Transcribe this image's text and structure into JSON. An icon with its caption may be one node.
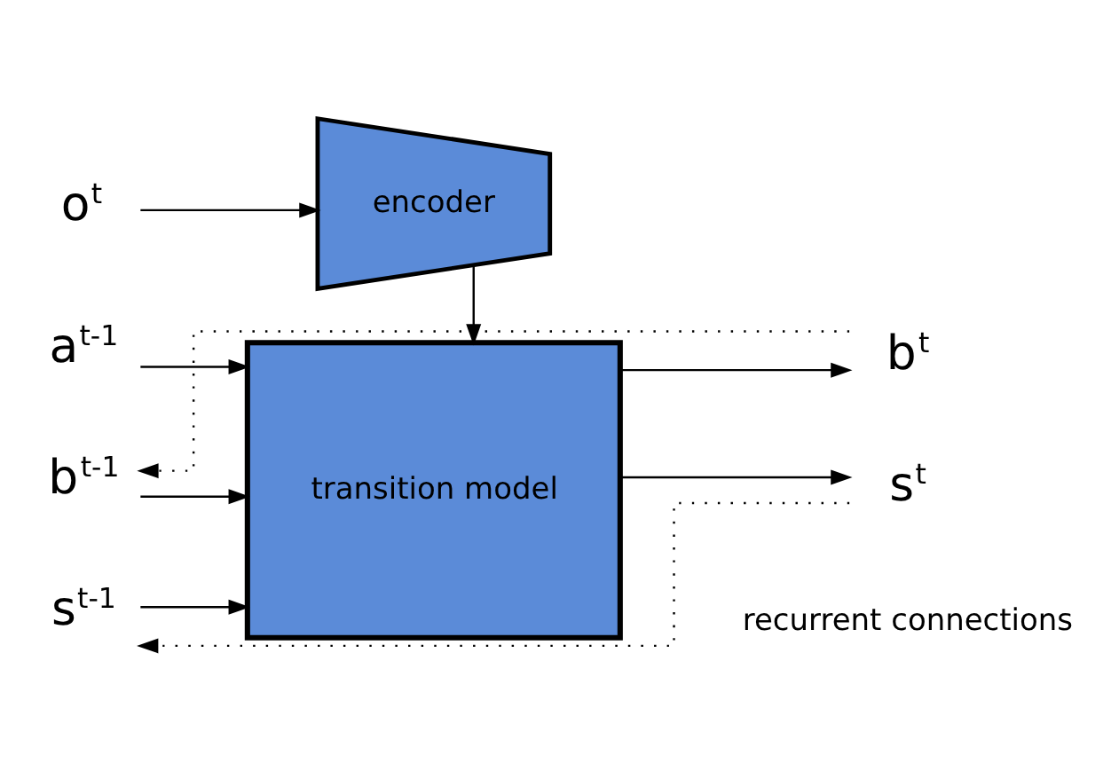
{
  "diagram": {
    "nodes": [
      {
        "text": [
          "o$^{t}$"
        ]
      },
      {
        "text": [
          "encoder"
        ]
      },
      {
        "text": [
          "a$^{t-1}$"
        ]
      },
      {
        "text": [
          "b$^{t-1}$"
        ]
      },
      {
        "text": [
          "s$^{t-1}$"
        ]
      },
      {
        "text": [
          "transition model"
        ]
      },
      {
        "text": [
          "b$^{t}$"
        ]
      },
      {
        "text": [
          "s$^{t}$"
        ]
      }
    ],
    "edges": [
      {
        "from": 0,
        "to": 1,
        "arrow": "to"
      },
      {
        "from": 1,
        "to": 5,
        "arrow": "to"
      },
      {
        "from": 2,
        "to": 5,
        "arrow": "to"
      },
      {
        "from": 3,
        "to": 5,
        "arrow": "to"
      },
      {
        "from": 4,
        "to": 5,
        "arrow": "to"
      },
      {
        "from": 5,
        "to": 6,
        "arrow": "to"
      },
      {
        "from": 5,
        "to": 7,
        "arrow": "to"
      },
      {
        "from": 6,
        "to": 3,
        "arrow": "to",
        "style": "dashed"
      },
      {
        "from": 7,
        "to": 4,
        "arrow": "to",
        "style": "dashed"
      }
    ],
    "labels": [
      "recurrent connections"
    ]
  }
}
